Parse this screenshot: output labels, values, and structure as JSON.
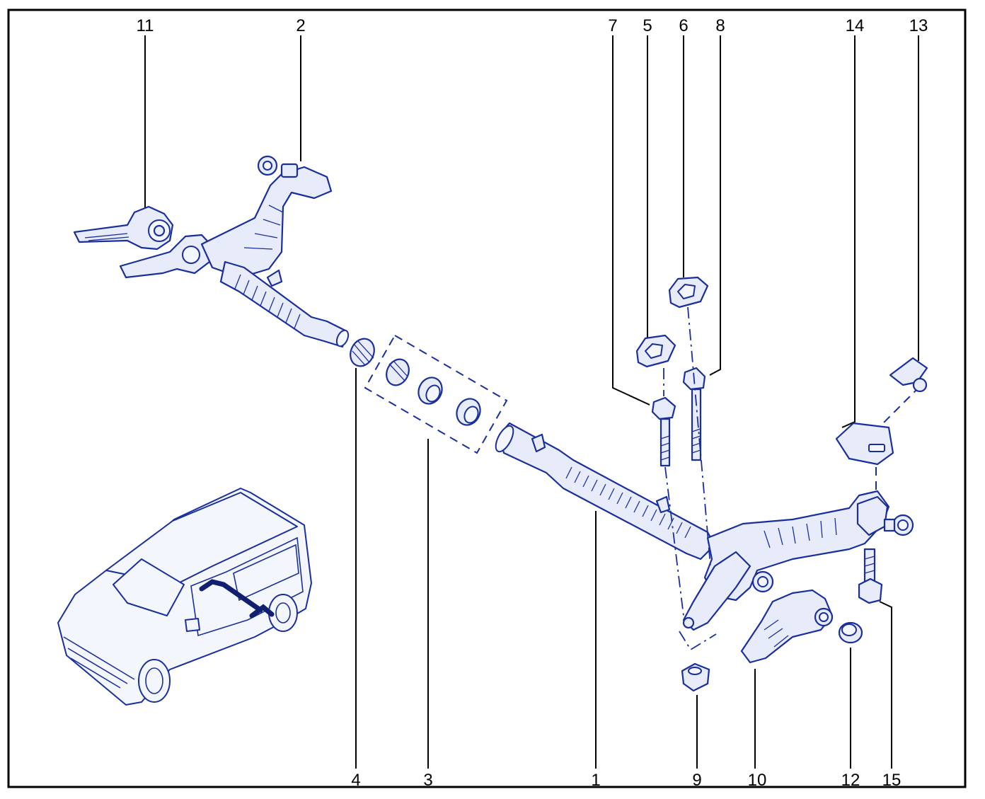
{
  "callouts": [
    {
      "id": "11",
      "label": "11"
    },
    {
      "id": "2",
      "label": "2"
    },
    {
      "id": "7",
      "label": "7"
    },
    {
      "id": "5",
      "label": "5"
    },
    {
      "id": "6",
      "label": "6"
    },
    {
      "id": "8",
      "label": "8"
    },
    {
      "id": "14",
      "label": "14"
    },
    {
      "id": "13",
      "label": "13"
    },
    {
      "id": "4",
      "label": "4"
    },
    {
      "id": "3",
      "label": "3"
    },
    {
      "id": "1",
      "label": "1"
    },
    {
      "id": "9",
      "label": "9"
    },
    {
      "id": "10",
      "label": "10"
    },
    {
      "id": "12",
      "label": "12"
    },
    {
      "id": "15",
      "label": "15"
    }
  ],
  "colors": {
    "line": "#1a2f9e",
    "fill": "#e8ecfa",
    "border": "#000000"
  }
}
